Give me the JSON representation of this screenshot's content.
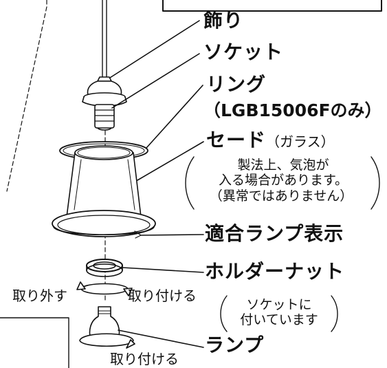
{
  "labels": {
    "decoration": "飾り",
    "socket": "ソケット",
    "ring": "リング",
    "ring_note": "（LGB15006Fのみ）",
    "shade": "セード",
    "shade_paren": "（ガラス）",
    "shade_note_1": "製法上、気泡が",
    "shade_note_2": "入る場合があります。",
    "shade_note_3": "（異常ではありません）",
    "lamp_indicator": "適合ランプ表示",
    "holder_nut": "ホルダーナット",
    "remove": "取り外す",
    "attach_nut": "取り付ける",
    "nut_note_1": "ソケットに",
    "nut_note_2": "付いています",
    "lamp": "ランプ",
    "attach_lamp": "取り付ける"
  }
}
